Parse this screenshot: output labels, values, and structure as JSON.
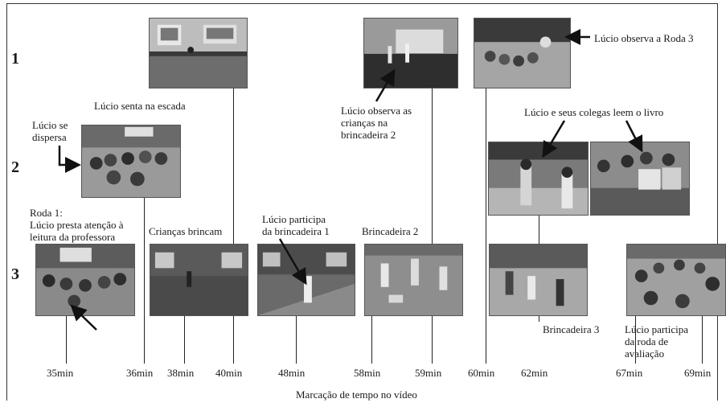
{
  "rows": [
    "1",
    "2",
    "3"
  ],
  "x_axis_label": "Marcação de tempo no vídeo",
  "ticks": [
    "35min",
    "36min",
    "38min",
    "40min",
    "48min",
    "58min",
    "59min",
    "60min",
    "62min",
    "67min",
    "69min"
  ],
  "annotations": {
    "row1_escada": "Lúcio senta na escada",
    "row1_observa_line1": "Lúcio observa as",
    "row1_observa_line2": "crianças na",
    "row1_observa_line3": "brincadeira 2",
    "row1_roda3": "Lúcio observa a Roda 3",
    "row2_dispersa_line1": "Lúcio se",
    "row2_dispersa_line2": "dispersa",
    "row2_leem": "Lúcio e seus colegas leem o livro",
    "row3_roda1_line1": "Roda 1:",
    "row3_roda1_line2": "Lúcio presta atenção à",
    "row3_roda1_line3": "leitura da professora",
    "row3_brincam": "Crianças brincam",
    "row3_participa_line1": "Lúcio participa",
    "row3_participa_line2": "da brincadeira 1",
    "row3_brincadeira2": "Brincadeira 2",
    "row3_brincadeira3": "Brincadeira 3",
    "row3_avaliacao_line1": "Lúcio participa",
    "row3_avaliacao_line2": "da roda de",
    "row3_avaliacao_line3": "avaliação"
  },
  "colors": {
    "line": "#222222",
    "photo_dark": "#4a4a4a",
    "photo_light": "#b8b8b8"
  }
}
